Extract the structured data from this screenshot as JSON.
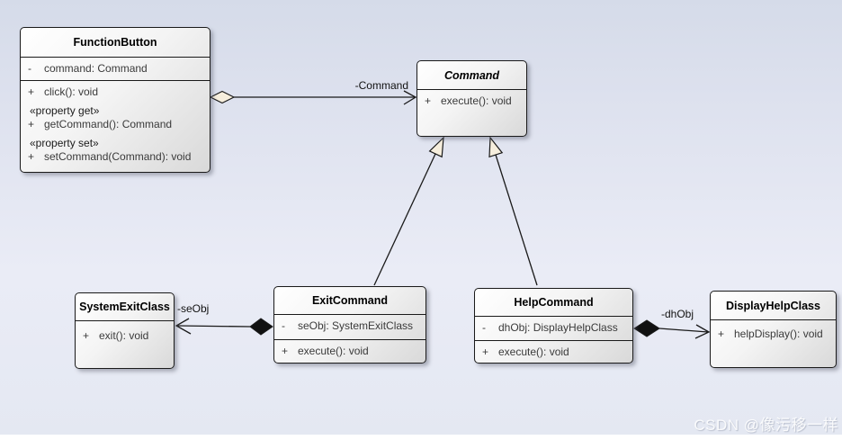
{
  "classes": {
    "function_button": {
      "name": "FunctionButton",
      "attributes": [
        {
          "sign": "-",
          "text": "command: Command"
        }
      ],
      "operations": [
        {
          "sign": "+",
          "text": "click(): void"
        },
        {
          "stereotype": "«property get»"
        },
        {
          "sign": "+",
          "text": "getCommand(): Command"
        },
        {
          "stereotype": "«property set»"
        },
        {
          "sign": "+",
          "text": "setCommand(Command): void"
        }
      ]
    },
    "command": {
      "name": "Command",
      "operations": [
        {
          "sign": "+",
          "text": "execute(): void"
        }
      ]
    },
    "system_exit_class": {
      "name": "SystemExitClass",
      "operations": [
        {
          "sign": "+",
          "text": "exit(): void"
        }
      ]
    },
    "exit_command": {
      "name": "ExitCommand",
      "attributes": [
        {
          "sign": "-",
          "text": "seObj: SystemExitClass"
        }
      ],
      "operations": [
        {
          "sign": "+",
          "text": "execute(): void"
        }
      ]
    },
    "help_command": {
      "name": "HelpCommand",
      "attributes": [
        {
          "sign": "-",
          "text": "dhObj: DisplayHelpClass"
        }
      ],
      "operations": [
        {
          "sign": "+",
          "text": "execute(): void"
        }
      ]
    },
    "display_help_class": {
      "name": "DisplayHelpClass",
      "operations": [
        {
          "sign": "+",
          "text": "helpDisplay(): void"
        }
      ]
    }
  },
  "edges": {
    "aggregation": {
      "type": "aggregation",
      "label": "-Command"
    },
    "composition_se": {
      "type": "composition",
      "label": "-seObj"
    },
    "composition_dh": {
      "type": "composition",
      "label": "-dhObj"
    },
    "generalization_exit": {
      "type": "generalization",
      "label": ""
    },
    "generalization_help": {
      "type": "generalization",
      "label": ""
    }
  },
  "watermark": "CSDN @像污移一样",
  "colors": {
    "background_top": "#d5dbe9",
    "background_bottom": "#eaecf6",
    "box_border": "#1a1a1a",
    "box_gradient_start": "#ffffff",
    "box_gradient_end": "#d9d9d9",
    "hollow_marker_fill": "#f6eedd",
    "composition_marker_fill": "#111111",
    "member_text": "#3a3a3a"
  }
}
